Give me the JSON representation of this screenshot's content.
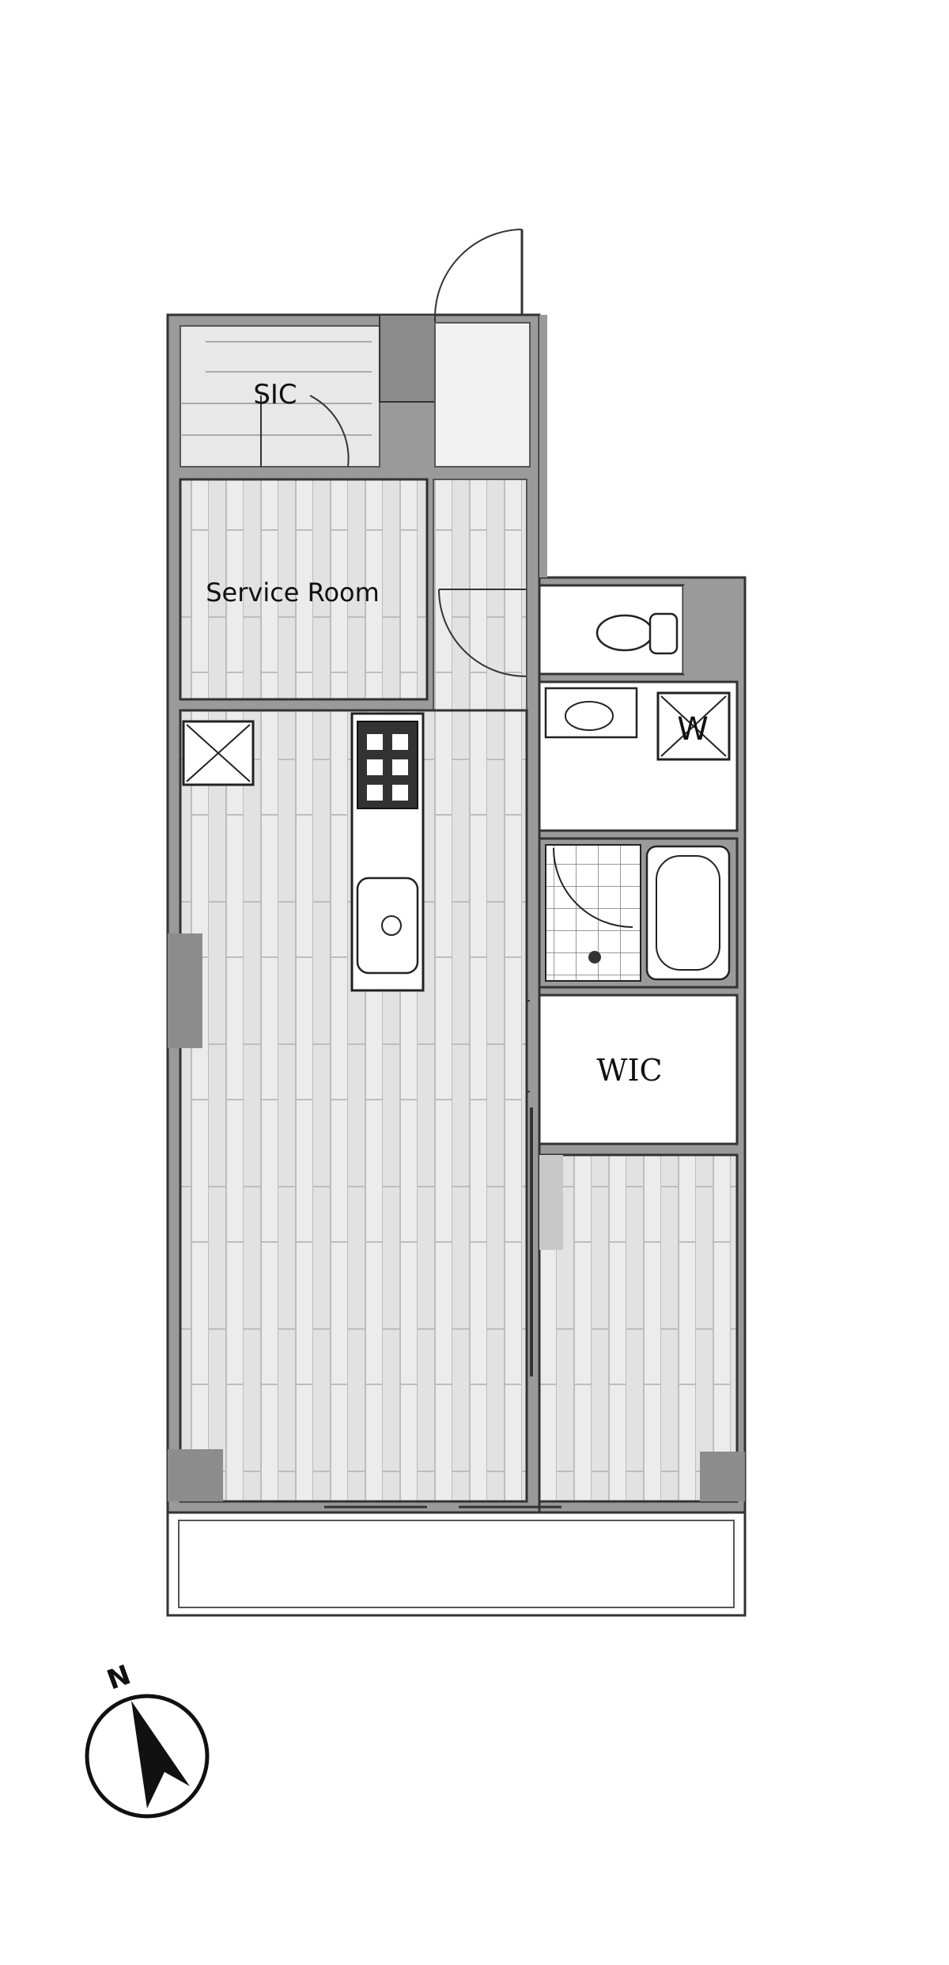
{
  "rooms": {
    "sic": "SIC",
    "service_room": "Service Room",
    "wic": "WIC",
    "washer": "W"
  },
  "compass": {
    "north": "N"
  },
  "colors": {
    "wall": "#9a9a9a",
    "outline": "#3a3a3a",
    "floor": "#ececec",
    "plank_line": "#bfbfbf",
    "room_white": "#ffffff"
  }
}
